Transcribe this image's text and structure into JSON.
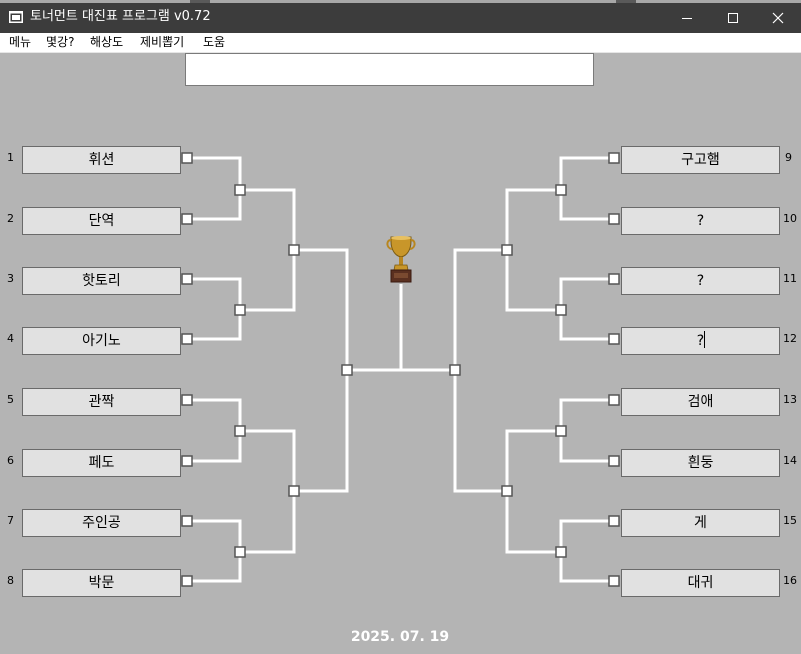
{
  "window": {
    "title": "토너먼트 대진표 프로그램 v0.72",
    "icon": "app-window-icon",
    "controls": [
      "minimize-icon",
      "maximize-icon",
      "close-icon"
    ]
  },
  "menu": [
    {
      "label": "메뉴"
    },
    {
      "label": "몇강?"
    },
    {
      "label": "해상도"
    },
    {
      "label": "제비뽑기"
    },
    {
      "label": "도움"
    }
  ],
  "header_box": {
    "value": ""
  },
  "players_left": [
    {
      "seed": "1",
      "name": "휘션"
    },
    {
      "seed": "2",
      "name": "단역"
    },
    {
      "seed": "3",
      "name": "핫토리"
    },
    {
      "seed": "4",
      "name": "아기노"
    },
    {
      "seed": "5",
      "name": "관짝"
    },
    {
      "seed": "6",
      "name": "페도"
    },
    {
      "seed": "7",
      "name": "주인공"
    },
    {
      "seed": "8",
      "name": "박문"
    }
  ],
  "players_right": [
    {
      "seed": "9",
      "name": "구고햄"
    },
    {
      "seed": "10",
      "name": "?"
    },
    {
      "seed": "11",
      "name": "?"
    },
    {
      "seed": "12",
      "name": "?"
    },
    {
      "seed": "13",
      "name": "검애"
    },
    {
      "seed": "14",
      "name": "흰둥"
    },
    {
      "seed": "15",
      "name": "게"
    },
    {
      "seed": "16",
      "name": "대귀"
    }
  ],
  "trophy_icon": "trophy-icon",
  "date": "2025. 07. 19",
  "colors": {
    "background": "#b4b4b4",
    "titlebar": "#3c3c3c",
    "bracket_line": "#ffffff",
    "player_box": "#e1e1e1"
  }
}
